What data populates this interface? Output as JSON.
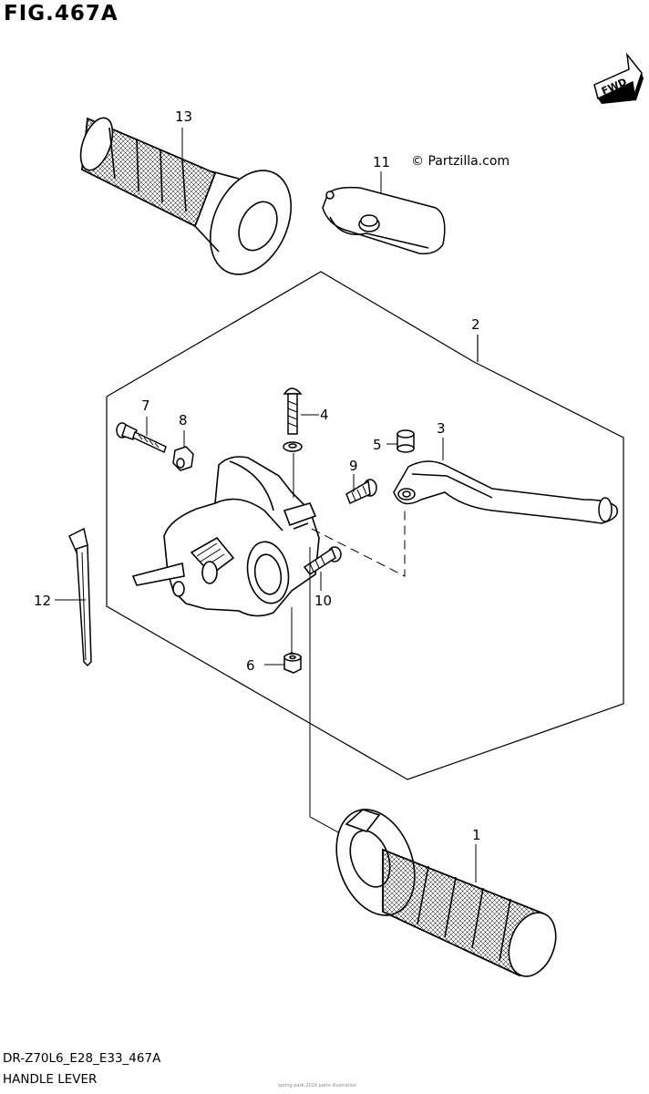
{
  "figure": {
    "title": "FIG.467A",
    "copyright": "© Partzilla.com",
    "fwd_label": "FWD",
    "model_code": "DR-Z70L6_E28_E33_467A",
    "section_name": "HANDLE LEVER",
    "tiny_mark": "spring-park-2016 parts-illustration"
  },
  "callouts": [
    {
      "id": "1",
      "label": "1"
    },
    {
      "id": "2",
      "label": "2"
    },
    {
      "id": "3",
      "label": "3"
    },
    {
      "id": "4",
      "label": "4"
    },
    {
      "id": "5",
      "label": "5"
    },
    {
      "id": "6",
      "label": "6"
    },
    {
      "id": "7",
      "label": "7"
    },
    {
      "id": "8",
      "label": "8"
    },
    {
      "id": "9",
      "label": "9"
    },
    {
      "id": "10",
      "label": "10"
    },
    {
      "id": "11",
      "label": "11"
    },
    {
      "id": "12",
      "label": "12"
    },
    {
      "id": "13",
      "label": "13"
    }
  ]
}
